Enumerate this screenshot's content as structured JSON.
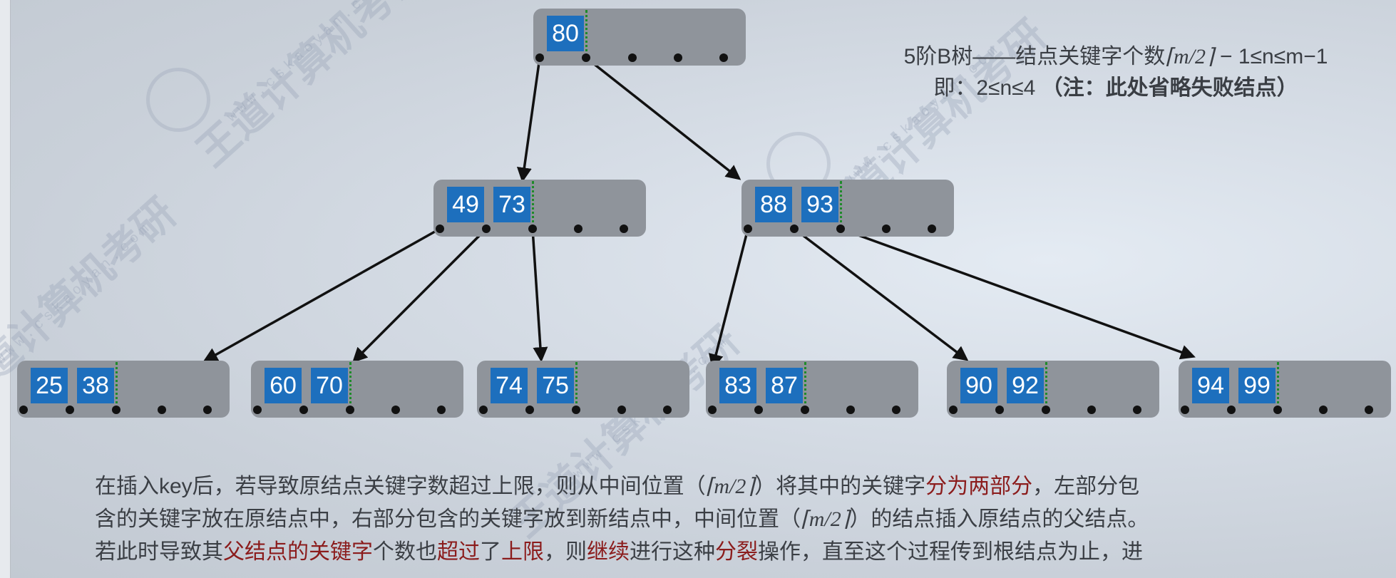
{
  "title": {
    "line1_prefix": "5阶B树——结点关键字个数",
    "ceil_expr": "⌈m/2⌉",
    "line1_suffix": " − 1≤n≤m−1",
    "line2_prefix": "即：2≤n≤4 ",
    "line2_note": "（注：此处省略失败结点）"
  },
  "tree": {
    "root": {
      "keys": [
        "80"
      ]
    },
    "level1": [
      {
        "keys": [
          "49",
          "73"
        ]
      },
      {
        "keys": [
          "88",
          "93"
        ]
      }
    ],
    "leaves": [
      {
        "keys": [
          "25",
          "38"
        ]
      },
      {
        "keys": [
          "60",
          "70"
        ]
      },
      {
        "keys": [
          "74",
          "75"
        ]
      },
      {
        "keys": [
          "83",
          "87"
        ]
      },
      {
        "keys": [
          "90",
          "92"
        ]
      },
      {
        "keys": [
          "94",
          "99"
        ]
      }
    ]
  },
  "paragraph": {
    "segments": [
      {
        "text": "在插入key后，若导致原结点关键字数超过上限，则从中间位置（",
        "hl": false
      },
      {
        "text": "⌈m/2⌉",
        "hl": false,
        "ceil": true
      },
      {
        "text": "）将其中的关键字",
        "hl": false
      },
      {
        "text": "分为两部分",
        "hl": true
      },
      {
        "text": "，左部分包",
        "hl": false
      },
      {
        "text": "\n含的关键字放在原结点中，右部分包含的关键字放到新结点中，中间位置（",
        "hl": false
      },
      {
        "text": "⌈m/2⌉",
        "hl": false,
        "ceil": true
      },
      {
        "text": "）的结点插入原结点的父结点。",
        "hl": false
      },
      {
        "text": "\n若此时导致其",
        "hl": false
      },
      {
        "text": "父结点的关键字",
        "hl": true
      },
      {
        "text": "个数也",
        "hl": false
      },
      {
        "text": "超过",
        "hl": true
      },
      {
        "text": "了",
        "hl": false
      },
      {
        "text": "上限",
        "hl": true
      },
      {
        "text": "，则",
        "hl": false
      },
      {
        "text": "继续",
        "hl": true
      },
      {
        "text": "进行这种",
        "hl": false
      },
      {
        "text": "分裂",
        "hl": true
      },
      {
        "text": "操作，直至这个过程传到根结点为止，进",
        "hl": false
      }
    ]
  },
  "watermark": {
    "brand": "王道计算机考研",
    "url": "www.cskaoyan.com"
  }
}
